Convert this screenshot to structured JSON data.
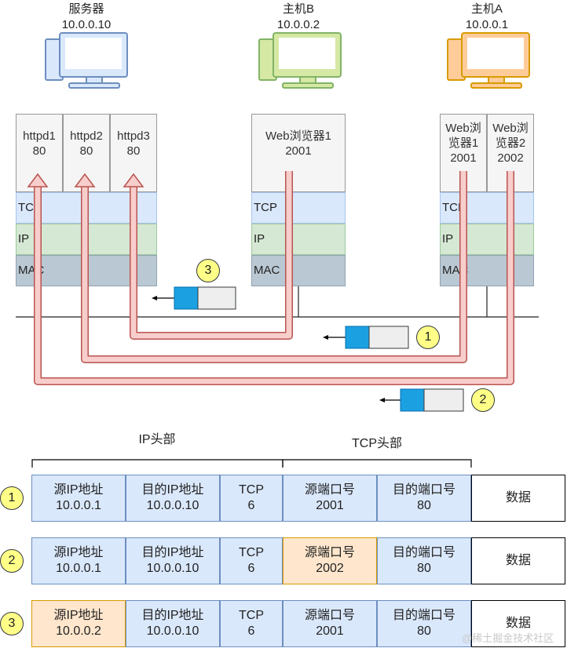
{
  "hosts": {
    "server": {
      "name": "服务器",
      "ip": "10.0.0.10"
    },
    "hostB": {
      "name": "主机B",
      "ip": "10.0.0.2"
    },
    "hostA": {
      "name": "主机A",
      "ip": "10.0.0.1"
    }
  },
  "server_apps": [
    {
      "name": "httpd1",
      "port": "80"
    },
    {
      "name": "httpd2",
      "port": "80"
    },
    {
      "name": "httpd3",
      "port": "80"
    }
  ],
  "hostB_apps": [
    {
      "name": "Web浏览器1",
      "port": "2001"
    }
  ],
  "hostA_apps": [
    {
      "line1": "Web浏",
      "line2": "览器1",
      "port": "2001"
    },
    {
      "line1": "Web浏",
      "line2": "览器2",
      "port": "2002"
    }
  ],
  "layers": {
    "tcp": "TCP",
    "ip": "IP",
    "mac": "MAC"
  },
  "header_labels": {
    "ip": "IP头部",
    "tcp": "TCP头部"
  },
  "packets": [
    {
      "num": "1",
      "src_ip_label": "源IP地址",
      "src_ip": "10.0.0.1",
      "dst_ip_label": "目的IP地址",
      "dst_ip": "10.0.0.10",
      "proto_label": "TCP",
      "proto": "6",
      "src_port_label": "源端口号",
      "src_port": "2001",
      "dst_port_label": "目的端口号",
      "dst_port": "80",
      "data": "数据"
    },
    {
      "num": "2",
      "src_ip_label": "源IP地址",
      "src_ip": "10.0.0.1",
      "dst_ip_label": "目的IP地址",
      "dst_ip": "10.0.0.10",
      "proto_label": "TCP",
      "proto": "6",
      "src_port_label": "源端口号",
      "src_port": "2002",
      "dst_port_label": "目的端口号",
      "dst_port": "80",
      "data": "数据"
    },
    {
      "num": "3",
      "src_ip_label": "源IP地址",
      "src_ip": "10.0.0.2",
      "dst_ip_label": "目的IP地址",
      "dst_ip": "10.0.0.10",
      "proto_label": "TCP",
      "proto": "6",
      "src_port_label": "源端口号",
      "src_port": "2001",
      "dst_port_label": "目的端口号",
      "dst_port": "80",
      "data": "数据"
    }
  ],
  "watermark": "@稀土掘金技术社区",
  "colors": {
    "tcp": "#dae8fc",
    "ip": "#d5e8d4",
    "mac": "#bac8d3",
    "pipe": "#f8cecc",
    "pipe_border": "#b85450",
    "highlight": "#ffe6cc"
  }
}
